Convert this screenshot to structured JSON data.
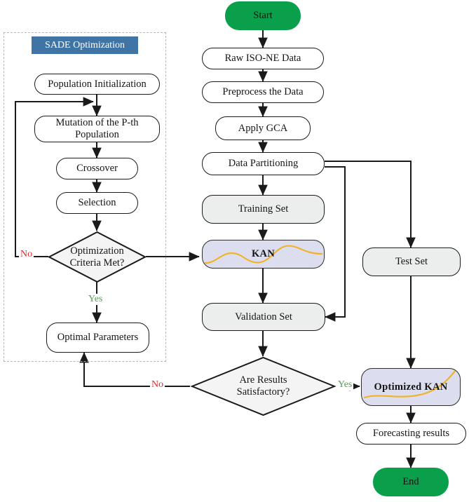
{
  "diagram": {
    "title": "SADE-optimized KAN forecasting workflow",
    "type": "flowchart"
  },
  "panel": {
    "badge_label": "SADE Optimization",
    "badge_color": "#3f74a4",
    "border_style": "dashed"
  },
  "colors": {
    "terminal_green": "#0aa04b",
    "kan_fill": "#dcdef0",
    "set_fill": "#eceded",
    "curve_orange": "#efb324",
    "no_red": "#e8282a",
    "yes_green": "#55a055",
    "badge_blue": "#3f74a4",
    "stroke": "#1a1a1a"
  },
  "nodes": {
    "start": "Start",
    "raw_data": "Raw ISO-NE Data",
    "preprocess": "Preprocess the Data",
    "apply_gca": "Apply GCA",
    "data_partitioning": "Data Partitioning",
    "training_set": "Training Set",
    "kan": "KAN",
    "validation_set": "Validation Set",
    "test_set": "Test Set",
    "results_decision_line1": "Are Results",
    "results_decision_line2": "Satisfactory?",
    "optimized_kan": "Optimized KAN",
    "forecasting_results": "Forecasting results",
    "end": "End",
    "population_initialization": "Population Initialization",
    "mutation_line1": "Mutation of the P-th",
    "mutation_line2": "Population",
    "crossover": "Crossover",
    "selection": "Selection",
    "criteria_decision_line1": "Optimization",
    "criteria_decision_line2": "Criteria Met?",
    "optimal_parameters": "Optimal Parameters"
  },
  "edge_labels": {
    "criteria_no": "No",
    "criteria_yes": "Yes",
    "results_no": "No",
    "results_yes": "Yes"
  },
  "chart_data": {
    "type": "diagram",
    "title": "SADE Optimization + KAN Forecasting Flowchart",
    "edges": [
      {
        "from": "Start",
        "to": "Raw ISO-NE Data",
        "label": ""
      },
      {
        "from": "Raw ISO-NE Data",
        "to": "Preprocess the Data",
        "label": ""
      },
      {
        "from": "Preprocess the Data",
        "to": "Apply GCA",
        "label": ""
      },
      {
        "from": "Apply GCA",
        "to": "Data Partitioning",
        "label": ""
      },
      {
        "from": "Data Partitioning",
        "to": "Training Set",
        "label": ""
      },
      {
        "from": "Data Partitioning",
        "to": "Test Set",
        "label": ""
      },
      {
        "from": "Data Partitioning",
        "to": "Validation Set",
        "label": ""
      },
      {
        "from": "Training Set",
        "to": "KAN",
        "label": ""
      },
      {
        "from": "KAN",
        "to": "Validation Set",
        "label": ""
      },
      {
        "from": "Validation Set",
        "to": "Are Results Satisfactory?",
        "label": ""
      },
      {
        "from": "Are Results Satisfactory?",
        "to": "Optimal Parameters",
        "label": "No"
      },
      {
        "from": "Are Results Satisfactory?",
        "to": "Optimized KAN",
        "label": "Yes"
      },
      {
        "from": "Test Set",
        "to": "Optimized KAN",
        "label": ""
      },
      {
        "from": "Optimized KAN",
        "to": "Forecasting results",
        "label": ""
      },
      {
        "from": "Forecasting results",
        "to": "End",
        "label": ""
      },
      {
        "from": "Population Initialization",
        "to": "Mutation of the P-th Population",
        "label": ""
      },
      {
        "from": "Mutation of the P-th Population",
        "to": "Crossover",
        "label": ""
      },
      {
        "from": "Crossover",
        "to": "Selection",
        "label": ""
      },
      {
        "from": "Selection",
        "to": "Optimization Criteria Met?",
        "label": ""
      },
      {
        "from": "Optimization Criteria Met?",
        "to": "Mutation of the P-th Population",
        "label": "No"
      },
      {
        "from": "Optimization Criteria Met?",
        "to": "Optimal Parameters",
        "label": "Yes"
      },
      {
        "from": "Optimization Criteria Met?",
        "to": "KAN",
        "label": ""
      }
    ]
  }
}
